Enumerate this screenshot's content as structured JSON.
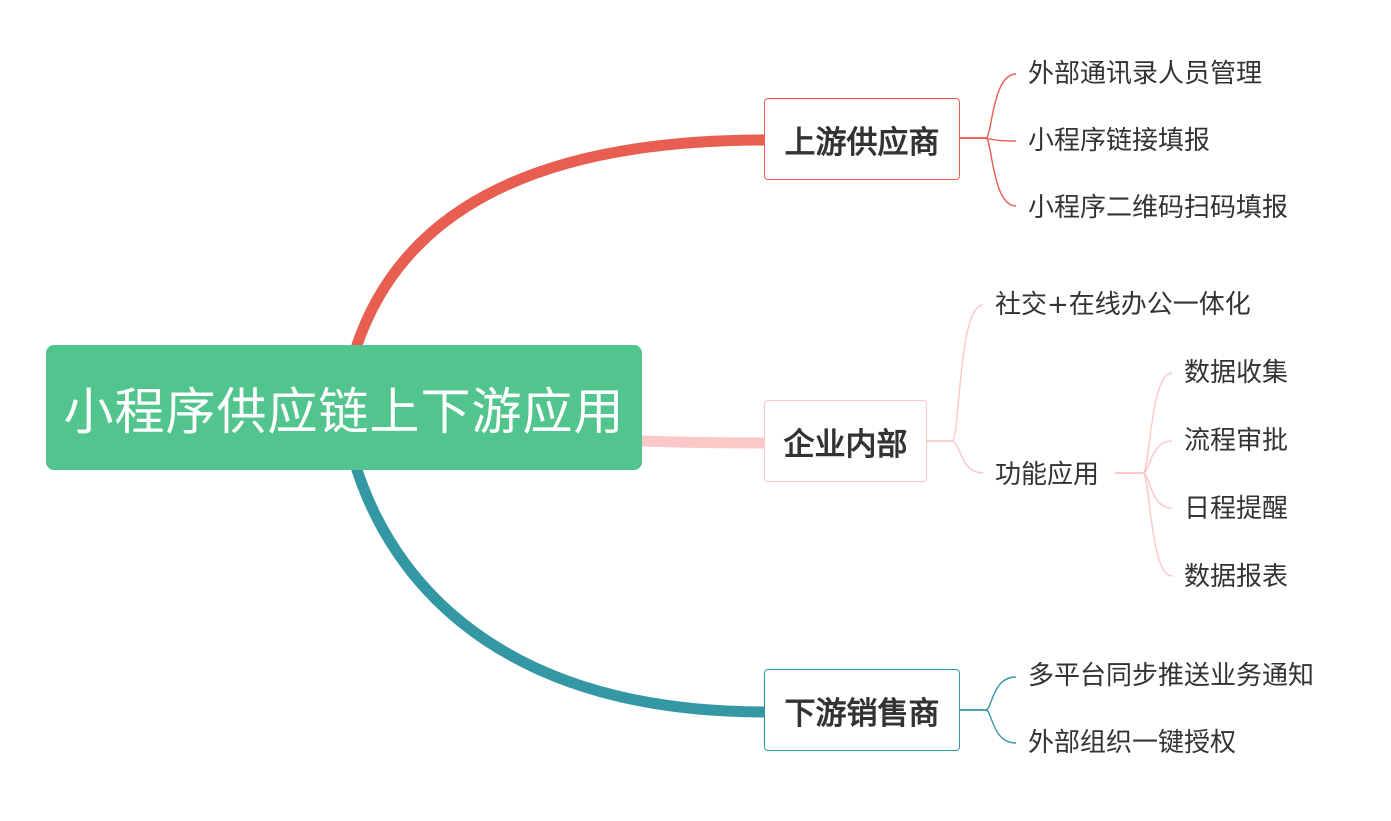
{
  "mindmap": {
    "root": {
      "label": "小程序供应链上下游应用",
      "color": "#52c58e"
    },
    "branches": [
      {
        "label": "上游供应商",
        "color": "#e85e50",
        "children": [
          {
            "label": "外部通讯录人员管理"
          },
          {
            "label": "小程序链接填报"
          },
          {
            "label": "小程序二维码扫码填报"
          }
        ]
      },
      {
        "label": "企业内部",
        "color": "#fcc7c7",
        "children": [
          {
            "label": "社交+在线办公一体化"
          },
          {
            "label": "功能应用",
            "children": [
              {
                "label": "数据收集"
              },
              {
                "label": "流程审批"
              },
              {
                "label": "日程提醒"
              },
              {
                "label": "数据报表"
              }
            ]
          }
        ]
      },
      {
        "label": "下游销售商",
        "color": "#3398a3",
        "children": [
          {
            "label": "多平台同步推送业务通知"
          },
          {
            "label": "外部组织一键授权"
          }
        ]
      }
    ]
  }
}
